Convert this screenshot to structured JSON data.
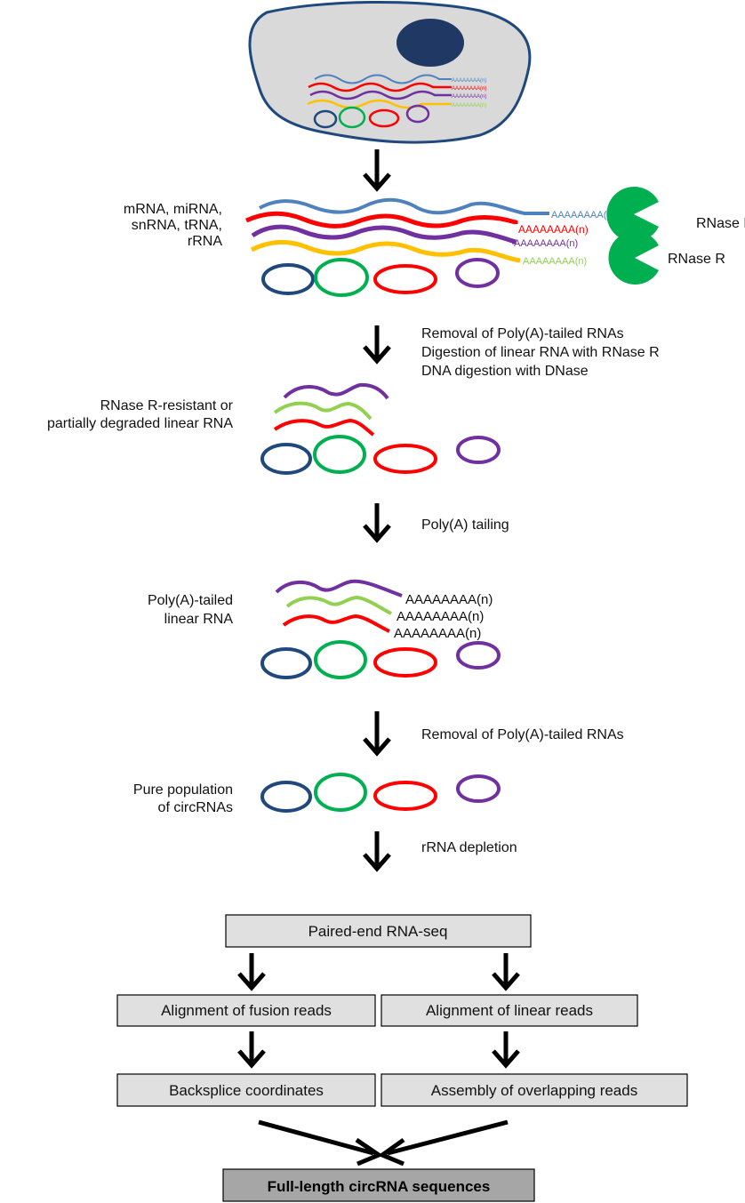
{
  "colors": {
    "blue": "#4f81bd",
    "red": "#ff0000",
    "purple": "#7030a0",
    "yellow": "#ffc000",
    "lightgreen": "#92d050",
    "green": "#00b050",
    "navy": "#1f497d",
    "enzyme": "#00b050",
    "box_fill": "#e0e0e0",
    "final_box_fill": "#a6a6a6"
  },
  "enzymes": [
    "RNase R",
    "RNase R"
  ],
  "stage1": {
    "label_lines": [
      "mRNA, miRNA,",
      "snRNA, tRNA,",
      "rRNA"
    ],
    "tails": [
      "AAAAAAAA(n)",
      "AAAAAAAA(n)",
      "AAAAAAAA(n)",
      "AAAAAAAA(n)"
    ]
  },
  "step1": {
    "lines": [
      "Removal of Poly(A)-tailed RNAs",
      "Digestion of linear RNA with RNase R",
      "DNA digestion with DNase"
    ]
  },
  "stage2": {
    "label_lines": [
      "RNase R-resistant or",
      "partially degraded linear RNA"
    ]
  },
  "step2": {
    "text": "Poly(A) tailing"
  },
  "stage3": {
    "label_lines": [
      "Poly(A)-tailed",
      "linear RNA"
    ],
    "tails": [
      "AAAAAAAA(n)",
      "AAAAAAAA(n)",
      "AAAAAAAA(n)"
    ]
  },
  "step3": {
    "text": "Removal of Poly(A)-tailed RNAs"
  },
  "stage4": {
    "label_lines": [
      "Pure population",
      "of circRNAs"
    ]
  },
  "step4": {
    "text": "rRNA depletion"
  },
  "boxes": {
    "seq": "Paired-end RNA-seq",
    "fusion": "Alignment of fusion reads",
    "linear": "Alignment of linear reads",
    "backsplice": "Backsplice coordinates",
    "assembly": "Assembly of overlapping reads",
    "final": "Full-length circRNA sequences"
  }
}
